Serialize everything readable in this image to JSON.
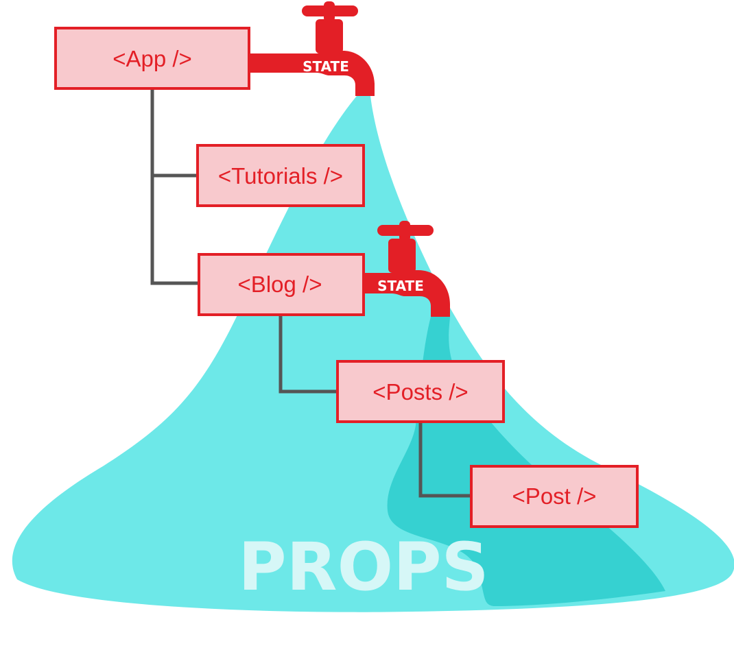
{
  "colors": {
    "water_light": "#6de8e8",
    "water_dark": "#36d1d1",
    "node_fill": "#f8c9cd",
    "node_border": "#e31f26",
    "connector": "#555555",
    "faucet": "#e31f26",
    "props_text": "#d6f7f7"
  },
  "nodes": {
    "app": "<App />",
    "tutorials": "<Tutorials />",
    "blog": "<Blog />",
    "posts": "<Posts />",
    "post": "<Post />"
  },
  "faucets": {
    "top": {
      "label": "STATE",
      "icon": "faucet-icon"
    },
    "middle": {
      "label": "STATE",
      "icon": "faucet-icon"
    }
  },
  "water": {
    "label": "PROPS"
  }
}
